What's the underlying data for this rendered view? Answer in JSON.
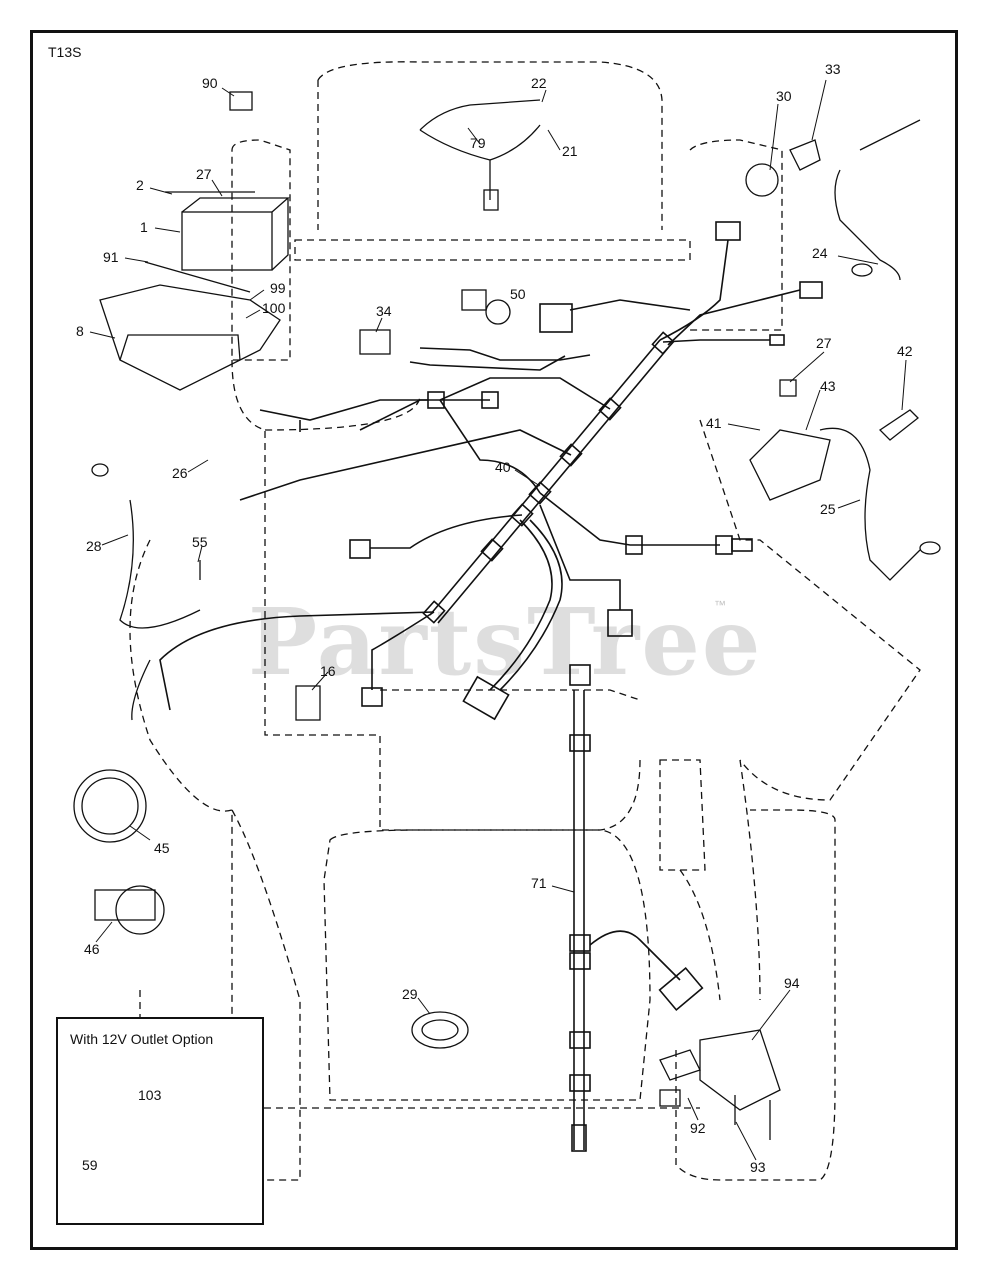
{
  "diagram_code": "T13S",
  "inset_title": "With 12V Outlet Option",
  "watermark": "PartsTree",
  "trademark": "™",
  "callouts": [
    {
      "id": "90"
    },
    {
      "id": "22"
    },
    {
      "id": "79"
    },
    {
      "id": "21"
    },
    {
      "id": "30"
    },
    {
      "id": "33"
    },
    {
      "id": "27a",
      "text": "27"
    },
    {
      "id": "2"
    },
    {
      "id": "1"
    },
    {
      "id": "91"
    },
    {
      "id": "99"
    },
    {
      "id": "100"
    },
    {
      "id": "8"
    },
    {
      "id": "34"
    },
    {
      "id": "50"
    },
    {
      "id": "24"
    },
    {
      "id": "27b",
      "text": "27"
    },
    {
      "id": "42"
    },
    {
      "id": "43"
    },
    {
      "id": "41"
    },
    {
      "id": "26"
    },
    {
      "id": "40"
    },
    {
      "id": "25"
    },
    {
      "id": "28"
    },
    {
      "id": "55"
    },
    {
      "id": "16"
    },
    {
      "id": "45"
    },
    {
      "id": "46"
    },
    {
      "id": "71"
    },
    {
      "id": "29"
    },
    {
      "id": "94"
    },
    {
      "id": "92"
    },
    {
      "id": "93"
    },
    {
      "id": "103"
    },
    {
      "id": "59"
    }
  ]
}
